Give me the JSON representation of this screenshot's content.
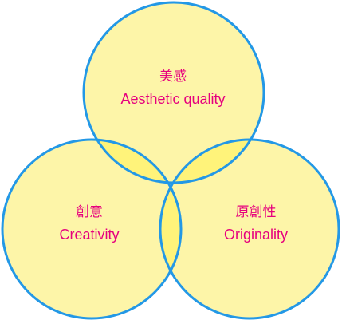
{
  "colors": {
    "circle_fill": "#fdf5a8",
    "overlap_fill": "#fff37a",
    "circle_stroke": "#2398e6",
    "label_text": "#e6007e"
  },
  "circles": [
    {
      "id": "top",
      "jp": "美感",
      "en": "Aesthetic quality"
    },
    {
      "id": "left",
      "jp": "創意",
      "en": "Creativity"
    },
    {
      "id": "right",
      "jp": "原創性",
      "en": "Originality"
    }
  ]
}
